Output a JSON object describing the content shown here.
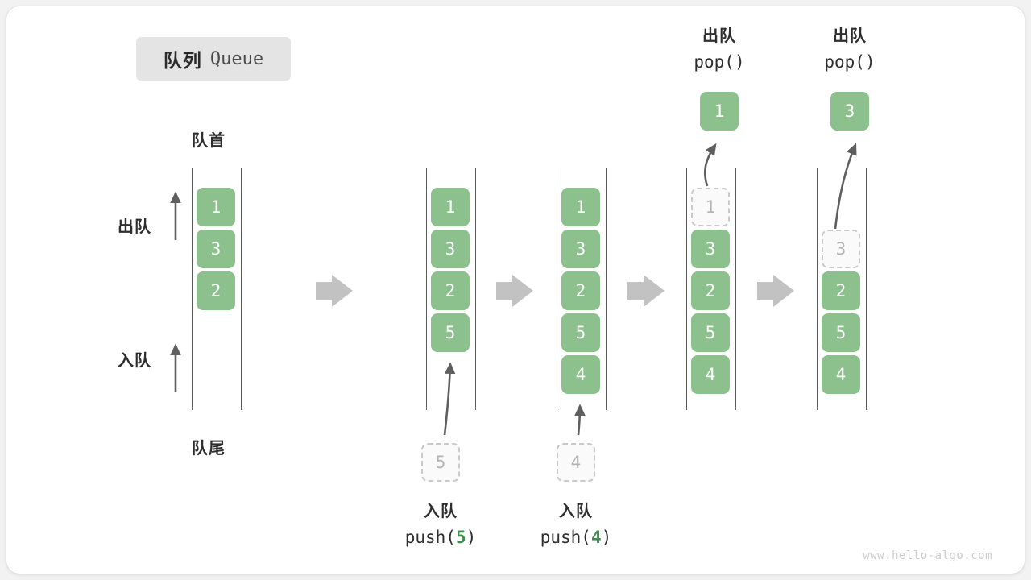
{
  "title": {
    "cn": "队列",
    "en": "Queue"
  },
  "watermark": "www.hello-algo.com",
  "labels": {
    "head": "队首",
    "tail": "队尾",
    "dequeue": "出队",
    "enqueue": "入队"
  },
  "icons": {
    "transition": "right-arrow-icon",
    "dequeue_direction": "up-arrow-icon",
    "enqueue_direction": "up-arrow-icon",
    "push_pointer": "up-arrow-icon",
    "pop_pointer": "up-arrow-icon"
  },
  "colors": {
    "cell_fill": "#8cc08c",
    "cell_text": "#ffffff",
    "ghost_fill": "#fafafa",
    "ghost_border": "#c9c9c9",
    "ghost_text": "#b3b3b3",
    "rail": "#5a5a5a",
    "transition_arrow": "#c2c2c2",
    "badge_bg": "#e4e4e4",
    "accent_green": "#3f8c4f",
    "watermark": "#cccccc"
  },
  "columns": [
    {
      "id": "initial",
      "cells": [
        {
          "value": "1",
          "state": "filled"
        },
        {
          "value": "3",
          "state": "filled"
        },
        {
          "value": "2",
          "state": "filled"
        }
      ]
    },
    {
      "id": "after-push-5",
      "cells": [
        {
          "value": "1",
          "state": "filled"
        },
        {
          "value": "3",
          "state": "filled"
        },
        {
          "value": "2",
          "state": "filled"
        },
        {
          "value": "5",
          "state": "filled"
        }
      ],
      "incoming": {
        "value": "5",
        "state": "ghost"
      },
      "operation": {
        "cn": "入队",
        "code_prefix": "push(",
        "code_value": "5",
        "code_suffix": ")"
      }
    },
    {
      "id": "after-push-4",
      "cells": [
        {
          "value": "1",
          "state": "filled"
        },
        {
          "value": "3",
          "state": "filled"
        },
        {
          "value": "2",
          "state": "filled"
        },
        {
          "value": "5",
          "state": "filled"
        },
        {
          "value": "4",
          "state": "filled"
        }
      ],
      "incoming": {
        "value": "4",
        "state": "ghost"
      },
      "operation": {
        "cn": "入队",
        "code_prefix": "push(",
        "code_value": "4",
        "code_suffix": ")"
      }
    },
    {
      "id": "after-pop-1",
      "cells": [
        {
          "value": "1",
          "state": "ghost"
        },
        {
          "value": "3",
          "state": "filled"
        },
        {
          "value": "2",
          "state": "filled"
        },
        {
          "value": "5",
          "state": "filled"
        },
        {
          "value": "4",
          "state": "filled"
        }
      ],
      "popped": {
        "value": "1",
        "state": "filled"
      },
      "operation": {
        "cn": "出队",
        "code_prefix": "pop(",
        "code_value": "",
        "code_suffix": ")"
      }
    },
    {
      "id": "after-pop-3",
      "cells": [
        {
          "value": "",
          "state": "empty"
        },
        {
          "value": "3",
          "state": "ghost"
        },
        {
          "value": "2",
          "state": "filled"
        },
        {
          "value": "5",
          "state": "filled"
        },
        {
          "value": "4",
          "state": "filled"
        }
      ],
      "popped": {
        "value": "3",
        "state": "filled"
      },
      "operation": {
        "cn": "出队",
        "code_prefix": "pop(",
        "code_value": "",
        "code_suffix": ")"
      }
    }
  ]
}
